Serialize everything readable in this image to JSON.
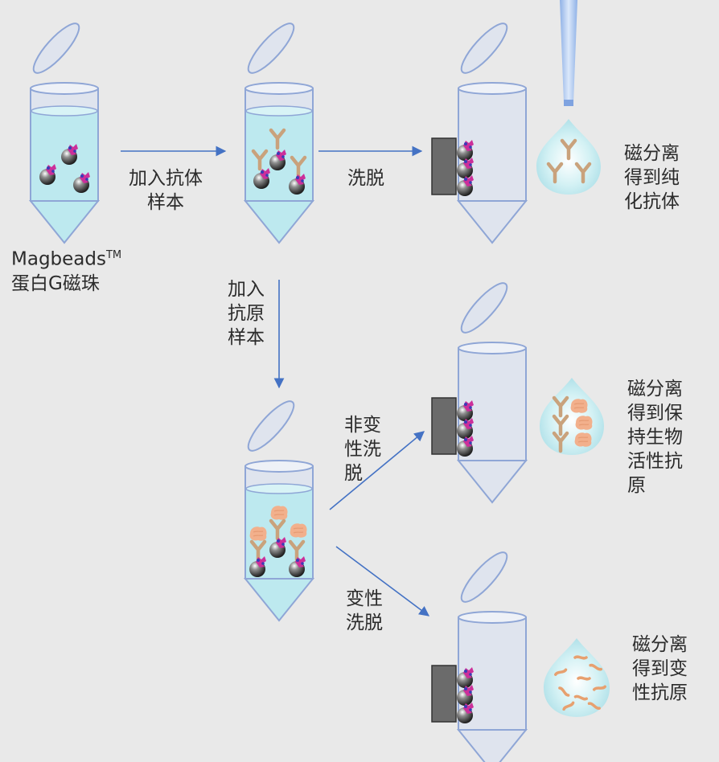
{
  "labels": {
    "beads_name": "Magbeads",
    "beads_tm": "TM",
    "beads_sub": "蛋白G磁珠",
    "add_antibody_1": "加入抗体",
    "add_antibody_2": "样本",
    "elute": "洗脱",
    "pure_1": "磁分离",
    "pure_2": "得到纯",
    "pure_3": "化抗体",
    "add_antigen_1": "加入",
    "add_antigen_2": "抗原",
    "add_antigen_3": "样本",
    "nondenat_1": "非变",
    "nondenat_2": "性洗",
    "nondenat_3": "脱",
    "active_1": "磁分离",
    "active_2": "得到保",
    "active_3": "持生物",
    "active_4": "活性抗",
    "active_5": "原",
    "denat_1": "变性",
    "denat_2": "洗脱",
    "denat_ag_1": "磁分离",
    "denat_ag_2": "得到变",
    "denat_ag_3": "性抗原"
  },
  "colors": {
    "background": "#e9e9e9",
    "tube_liquid": "#bde9ef",
    "tube_body": "#dfe4ee",
    "tube_outline": "#8fa6d6",
    "arrow": "#4472c4",
    "magnet": "#6b6b6b",
    "antibody": "#c9a27c",
    "antigen": "#f2b08c",
    "protein_g": "#cc2f9a"
  }
}
